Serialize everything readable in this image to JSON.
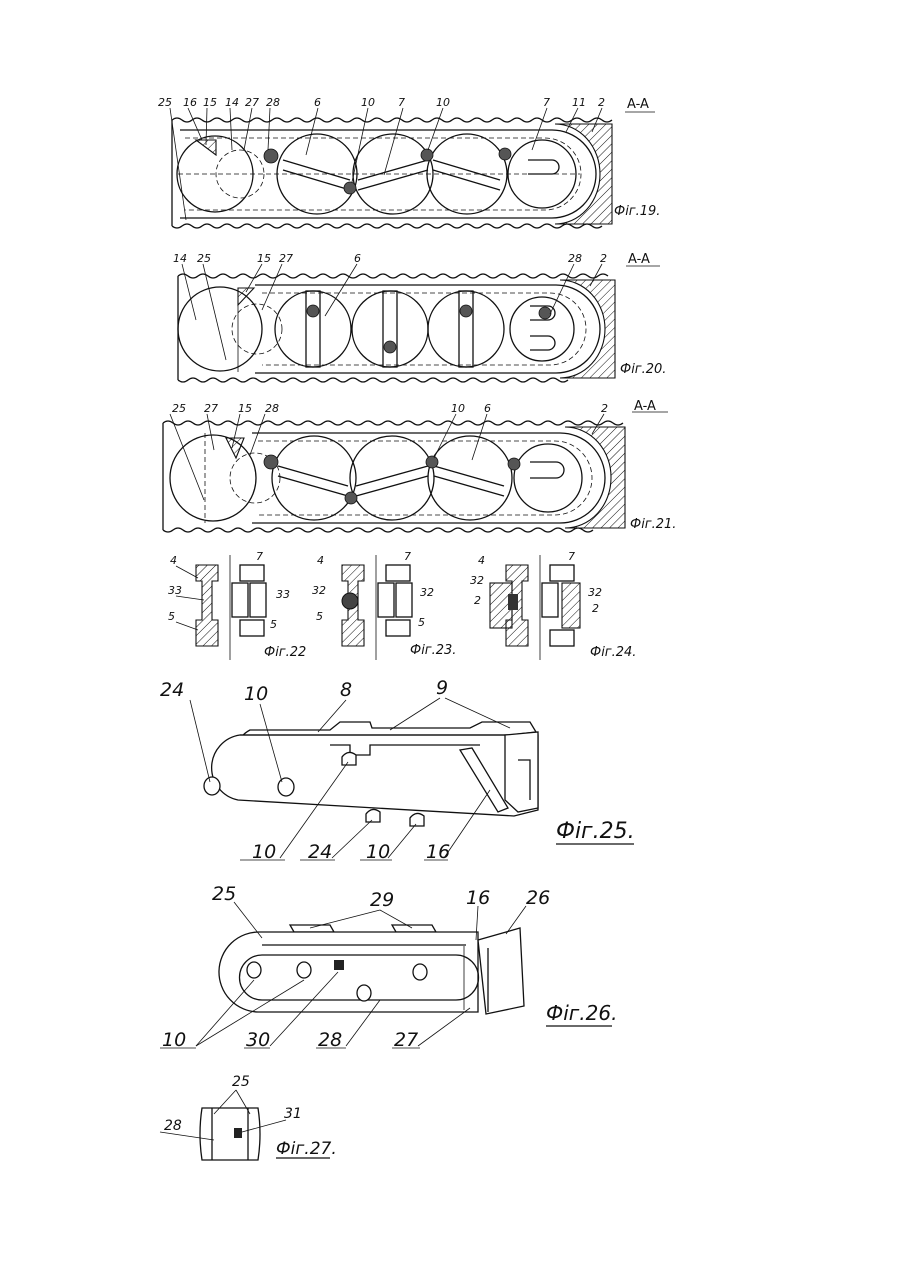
{
  "figures": {
    "fig19": {
      "caption": "Фіг.19.",
      "section": "A-A",
      "labels": [
        "25",
        "16",
        "15",
        "14",
        "27",
        "28",
        "6",
        "10",
        "7",
        "10",
        "7",
        "11",
        "2"
      ]
    },
    "fig20": {
      "caption": "Фіг.20.",
      "section": "A-A",
      "labels": [
        "14",
        "25",
        "15",
        "27",
        "6",
        "28",
        "2"
      ]
    },
    "fig21": {
      "caption": "Фіг.21.",
      "section": "A-A",
      "labels": [
        "25",
        "27",
        "15",
        "28",
        "10",
        "6",
        "2"
      ]
    },
    "fig22": {
      "caption": "Фіг.22",
      "labels": [
        "4",
        "7",
        "33",
        "33",
        "5",
        "5"
      ]
    },
    "fig23": {
      "caption": "Фіг.23.",
      "labels": [
        "4",
        "7",
        "32",
        "32",
        "5",
        "5"
      ]
    },
    "fig24": {
      "caption": "Фіг.24.",
      "labels": [
        "4",
        "7",
        "32",
        "32",
        "2",
        "2"
      ]
    },
    "fig25": {
      "caption": "Фіг.25.",
      "labels": [
        "24",
        "10",
        "8",
        "9",
        "10",
        "24",
        "10",
        "16"
      ]
    },
    "fig26": {
      "caption": "Фіг.26.",
      "labels": [
        "25",
        "29",
        "16",
        "26",
        "10",
        "30",
        "28",
        "27"
      ]
    },
    "fig27": {
      "caption": "Фіг.27.",
      "labels": [
        "25",
        "28",
        "31"
      ]
    }
  }
}
